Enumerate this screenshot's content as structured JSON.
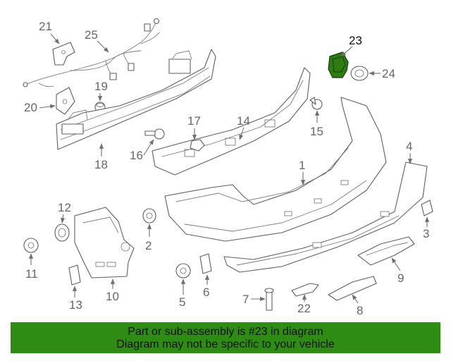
{
  "callouts": [
    {
      "id": "23",
      "highlighted": true
    },
    {
      "id": "21"
    },
    {
      "id": "25"
    },
    {
      "id": "19"
    },
    {
      "id": "20"
    },
    {
      "id": "24"
    },
    {
      "id": "17"
    },
    {
      "id": "14"
    },
    {
      "id": "15"
    },
    {
      "id": "16"
    },
    {
      "id": "18"
    },
    {
      "id": "4"
    },
    {
      "id": "1"
    },
    {
      "id": "12"
    },
    {
      "id": "2"
    },
    {
      "id": "3"
    },
    {
      "id": "11"
    },
    {
      "id": "9"
    },
    {
      "id": "10"
    },
    {
      "id": "6"
    },
    {
      "id": "13"
    },
    {
      "id": "5"
    },
    {
      "id": "7"
    },
    {
      "id": "22"
    },
    {
      "id": "8"
    }
  ],
  "highlight_color": "#2e8b14",
  "banner": {
    "line1": "Part or sub-assembly is #23 in diagram",
    "line2": "Diagram may not be specific to your vehicle"
  }
}
